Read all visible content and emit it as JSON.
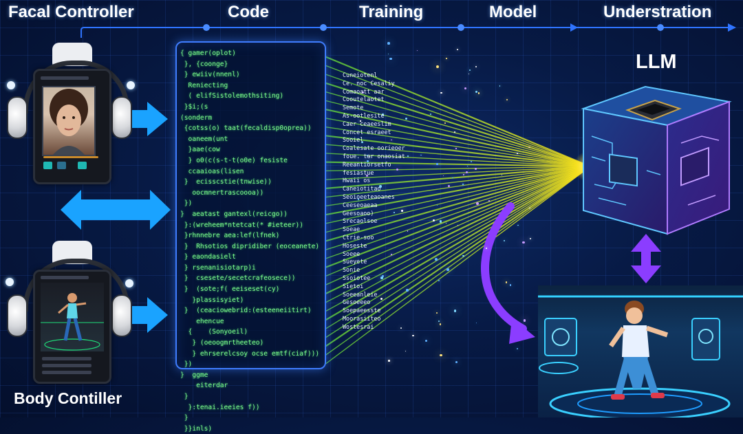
{
  "stages": {
    "facial_controller": "Facal Controller",
    "code": "Code",
    "training": "Training",
    "model": "Model",
    "understanding": "Understration"
  },
  "llm_label": "LLM",
  "body_label": "Body Contiller",
  "colors": {
    "timeline": "#2f74ff",
    "arrow_blue": "#1aa3ff",
    "code_green": "#7dff8c",
    "beam_green": "#6fe03a",
    "beam_yellow": "#ffe21a",
    "purple": "#8b3dff",
    "cube_edge": "#5fc7ff"
  },
  "code_lines": [
    "{ gamer(oplot)",
    " }, {coonge}",
    " } ewiiv(nnenl)",
    "  Reniecting",
    "  ( elifSistolemothsiting)",
    " }$i;(s",
    "(sonderm",
    " {cotss(o) taat(fecaldisp0oprea))",
    "  oaneem(unt",
    "  }aae(cow",
    "  } o0(c(s-t-t(o0e) fesiste",
    "  ccaaioas(lisen",
    " }  ecisscstie(tnwise))",
    "   oocmnertrascoooa))",
    " })",
    "}  aeatast gantexl(reicgo))",
    " }:(wreheem*ntetcat(* #ieteer))",
    " }rhnnebre aea:lef(lfnek)",
    " }  Rhsotios dipridiber (eoceanete)",
    " } eaondasielt",
    " } rsenanisiotarp)i",
    " }  csesete/secetcrafeosece))",
    " }  (sote;f( eeiseset(cy)",
    "   }plassisyiet)",
    " }  (ceaciowebrid:(esteeneiitirt)",
    "    ehencue",
    "  {    (Sonyoeil)",
    "   } (oeoogmrtheeteo)",
    "   } ehrserelcsoy ocse emtf(ciaf)))",
    " })",
    "}  ggme",
    "    eiterdar",
    " }",
    "  }:tenai.ieeies f))",
    " }",
    " }}inls)"
  ],
  "token_lines": [
    "Cuneiotenl",
    "Ce. noc Cesaliy",
    "Comaoatt aar",
    "Cooutelaotet",
    "Semote",
    "As-ootlesite",
    "Caer ceaeeslim",
    "Concet esraeet",
    "Sooiel",
    "Coalesate oorieoer",
    "foue. ter onaosiat",
    "Reeantiorsetfo",
    "fesiastue",
    "Hwaii os",
    "Caneiotitao",
    "Seoioeeteaoanes",
    "Ceeseoaeaa",
    "Geesoaoo)",
    "Srecaolsoe",
    "Soeae",
    "Ctrie-soo",
    "Hoseste",
    "Soeee",
    "Sueyete",
    "Sonie",
    "Ssoiotee",
    "Sietoi",
    "Soeeanleie",
    "Gesoeeeo",
    "Soepaeesste",
    "Moorasiiteo",
    "Wostesrai"
  ]
}
